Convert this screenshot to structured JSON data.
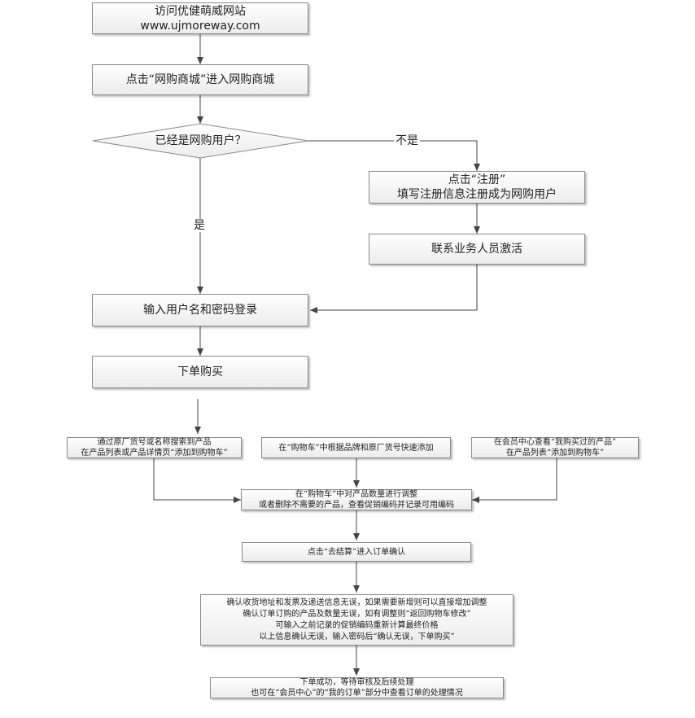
{
  "nodes": {
    "visit_site": {
      "lines": [
        "访问优健萌威网站",
        "www.ujmoreway.com"
      ]
    },
    "enter_mall": {
      "lines": [
        "点击“网购商城”进入网购商城"
      ]
    },
    "is_user": {
      "lines": [
        "已经是网购用户？"
      ]
    },
    "register": {
      "lines": [
        "点击“注册”",
        "填写注册信息注册成为网购用户"
      ]
    },
    "activate": {
      "lines": [
        "联系业务人员激活"
      ]
    },
    "login": {
      "lines": [
        "输入用户名和密码登录"
      ]
    },
    "order": {
      "lines": [
        "下单购买"
      ]
    },
    "search_add": {
      "lines": [
        "通过原厂货号或名称搜索到产品",
        "在产品列表或产品详情页“添加到购物车”"
      ]
    },
    "quick_add": {
      "lines": [
        "在“购物车”中根据品牌和原厂货号快速添加"
      ]
    },
    "history_add": {
      "lines": [
        "在会员中心查看“我购买过的产品”",
        "在产品列表“添加到购物车”"
      ]
    },
    "cart_adjust": {
      "lines": [
        "在“购物车”中对产品数量进行调整",
        "或者删除不需要的产品，查看促销编码并记录可用编码"
      ]
    },
    "checkout": {
      "lines": [
        "点击“去结算”进入订单确认"
      ]
    },
    "confirm": {
      "lines": [
        "确认收货地址和发票及递送信息无误，如果需要新增则可以直接增加调整",
        "确认订单订购的产品及数量无误，如有调整则“返回购物车修改”",
        "可输入之前记录的促销编码重新计算最终价格",
        "以上信息确认无误，输入密码后“确认无误，下单购买”"
      ]
    },
    "done": {
      "lines": [
        "下单成功，等待审核及后续处理",
        "也可在“会员中心”的“我的订单”部分中查看订单的处理情况"
      ]
    }
  },
  "edges": {
    "no_label": "不是",
    "yes_label": "是"
  }
}
